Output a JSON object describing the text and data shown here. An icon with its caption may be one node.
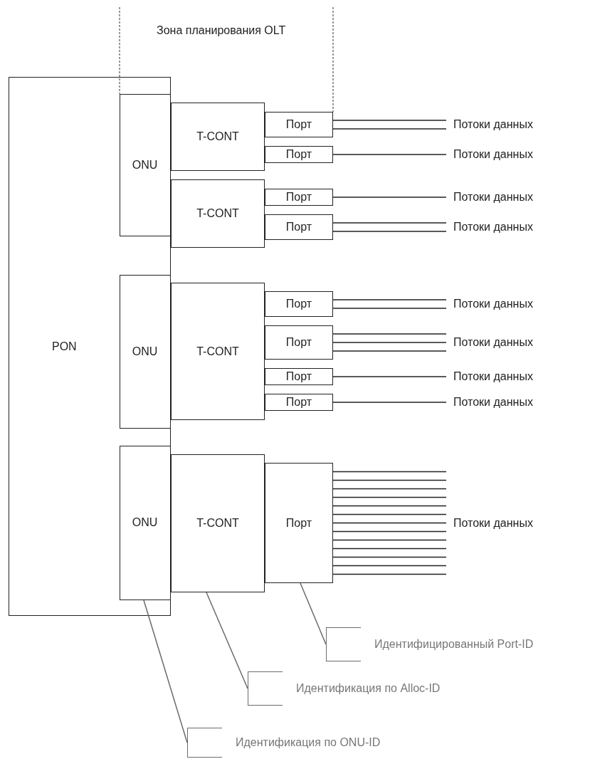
{
  "diagram": {
    "nodes": [
      {
        "text": [
          "PON"
        ]
      },
      {
        "text": [
          "ONU"
        ],
        "in": 0
      },
      {
        "text": [
          "T-CONT"
        ]
      },
      {
        "text": [
          "Порт"
        ]
      },
      {
        "text": [
          "Потоки данных"
        ]
      },
      {
        "text": [
          "Порт"
        ]
      },
      {
        "text": [
          "Потоки данных"
        ]
      },
      {
        "text": [
          "T-CONT"
        ]
      },
      {
        "text": [
          "Порт"
        ]
      },
      {
        "text": [
          "Потоки данных"
        ]
      },
      {
        "text": [
          "Порт"
        ]
      },
      {
        "text": [
          "Потоки данных"
        ]
      },
      {
        "text": [
          "ONU"
        ],
        "in": 0
      },
      {
        "text": [
          "T-CONT"
        ]
      },
      {
        "text": [
          "Порт"
        ]
      },
      {
        "text": [
          "Потоки данных"
        ]
      },
      {
        "text": [
          "Порт"
        ]
      },
      {
        "text": [
          "Потоки данных"
        ]
      },
      {
        "text": [
          "Порт"
        ]
      },
      {
        "text": [
          "Потоки данных"
        ]
      },
      {
        "text": [
          "Порт"
        ]
      },
      {
        "text": [
          "Потоки данных"
        ]
      },
      {
        "text": [
          "ONU"
        ],
        "in": 0
      },
      {
        "text": [
          "T-CONT"
        ]
      },
      {
        "text": [
          "Порт"
        ]
      },
      {
        "text": [
          "Потоки данных"
        ]
      },
      {
        "text": [
          "Идентифицированный Port-ID"
        ]
      },
      {
        "text": [
          "Идентификация по Alloc-ID"
        ]
      },
      {
        "text": [
          "Идентификация по ONU-ID"
        ]
      }
    ],
    "edges": [
      {
        "from": 3,
        "to": 4,
        "arrow": "none"
      },
      {
        "from": 3,
        "to": 4,
        "arrow": "none"
      },
      {
        "from": 5,
        "to": 6,
        "arrow": "none"
      },
      {
        "from": 8,
        "to": 9,
        "arrow": "none"
      },
      {
        "from": 10,
        "to": 11,
        "arrow": "none"
      },
      {
        "from": 10,
        "to": 11,
        "arrow": "none"
      },
      {
        "from": 14,
        "to": 15,
        "arrow": "none"
      },
      {
        "from": 14,
        "to": 15,
        "arrow": "none"
      },
      {
        "from": 16,
        "to": 17,
        "arrow": "none"
      },
      {
        "from": 16,
        "to": 17,
        "arrow": "none"
      },
      {
        "from": 16,
        "to": 17,
        "arrow": "none"
      },
      {
        "from": 18,
        "to": 19,
        "arrow": "none"
      },
      {
        "from": 20,
        "to": 21,
        "arrow": "none"
      },
      {
        "from": 24,
        "to": 25,
        "arrow": "none"
      },
      {
        "from": 24,
        "to": 25,
        "arrow": "none"
      },
      {
        "from": 24,
        "to": 25,
        "arrow": "none"
      },
      {
        "from": 24,
        "to": 25,
        "arrow": "none"
      },
      {
        "from": 24,
        "to": 25,
        "arrow": "none"
      },
      {
        "from": 24,
        "to": 25,
        "arrow": "none"
      },
      {
        "from": 24,
        "to": 25,
        "arrow": "none"
      },
      {
        "from": 24,
        "to": 25,
        "arrow": "none"
      },
      {
        "from": 24,
        "to": 25,
        "arrow": "none"
      },
      {
        "from": 24,
        "to": 25,
        "arrow": "none"
      },
      {
        "from": 24,
        "to": 25,
        "arrow": "none"
      },
      {
        "from": 24,
        "to": 25,
        "arrow": "none"
      },
      {
        "from": 24,
        "to": 25,
        "arrow": "none"
      },
      {
        "from": 26,
        "to": 24,
        "arrow": "none",
        "color": "#6b6b6b"
      },
      {
        "from": 27,
        "to": 23,
        "arrow": "none",
        "color": "#6b6b6b"
      },
      {
        "from": 28,
        "to": 22,
        "arrow": "none",
        "color": "#6b6b6b"
      }
    ],
    "labels": [
      "Зона планирования OLT"
    ]
  }
}
